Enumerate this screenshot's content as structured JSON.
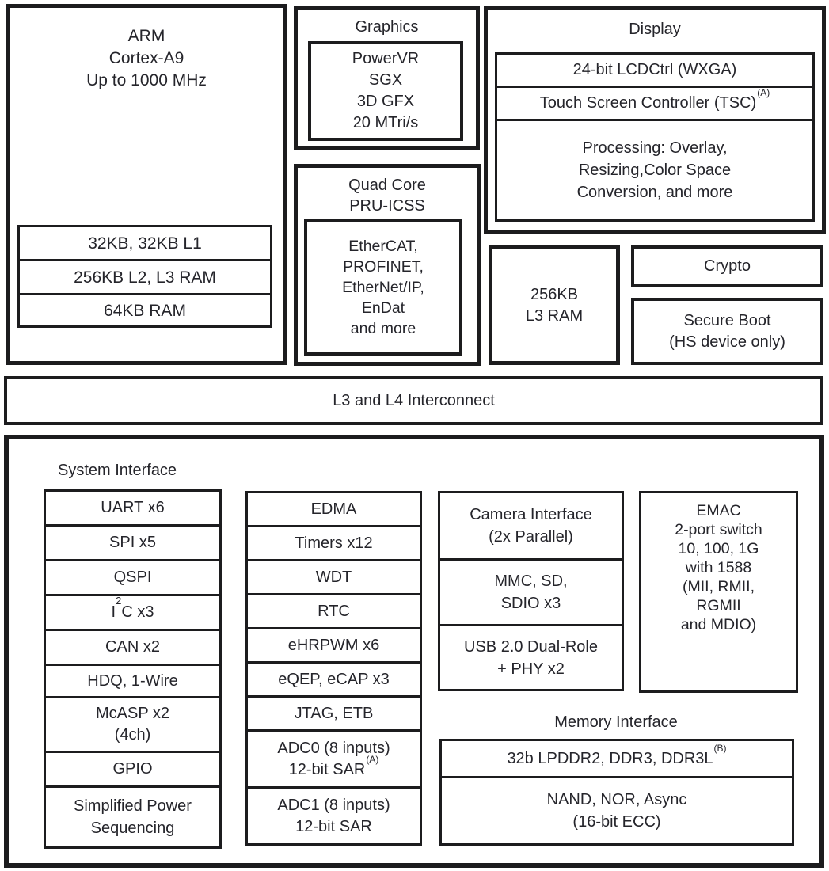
{
  "arm": {
    "title_lines": [
      "ARM",
      "Cortex-A9",
      "Up to 1000 MHz"
    ],
    "mem_rows": [
      "32KB, 32KB L1",
      "256KB L2, L3 RAM",
      "64KB RAM"
    ]
  },
  "graphics": {
    "title": "Graphics",
    "lines": [
      "PowerVR",
      "SGX",
      "3D GFX",
      "20 MTri/s"
    ]
  },
  "pru": {
    "title_lines": [
      "Quad Core",
      "PRU-ICSS"
    ],
    "lines": [
      "EtherCAT,",
      "PROFINET,",
      "EtherNet/IP,",
      "EnDat",
      "and more"
    ]
  },
  "display": {
    "title": "Display",
    "lcd": "24-bit LCDCtrl (WXGA)",
    "tsc": "Touch Screen Controller (TSC)",
    "tsc_sup": "(A)",
    "processing_lines": [
      "Processing: Overlay,",
      "Resizing,Color Space",
      "Conversion, and more"
    ]
  },
  "l3ram_lines": [
    "256KB",
    "L3 RAM"
  ],
  "crypto": "Crypto",
  "secure_boot_lines": [
    "Secure Boot",
    "(HS device only)"
  ],
  "interconnect": "L3 and L4 Interconnect",
  "system_interface": {
    "title": "System Interface",
    "col1": {
      "uart": "UART x6",
      "spi": "SPI x5",
      "qspi": "QSPI",
      "i2c_pre": "I",
      "i2c_sup": "2",
      "i2c_post": "C x3",
      "can": "CAN x2",
      "hdq": "HDQ, 1-Wire",
      "mcasp_lines": [
        "McASP x2",
        "(4ch)"
      ],
      "gpio": "GPIO",
      "power_lines": [
        "Simplified Power",
        "Sequencing"
      ]
    },
    "col2": {
      "edma": "EDMA",
      "timers": "Timers x12",
      "wdt": "WDT",
      "rtc": "RTC",
      "ehrpwm": "eHRPWM x6",
      "eqep": "eQEP, eCAP x3",
      "jtag": "JTAG, ETB",
      "adc0_line1": "ADC0 (8 inputs)",
      "adc0_line2": "12-bit SAR",
      "adc0_sup": "(A)",
      "adc1_lines": [
        "ADC1 (8 inputs)",
        "12-bit SAR"
      ]
    },
    "col3": {
      "camera_lines": [
        "Camera Interface",
        "(2x Parallel)"
      ],
      "mmc_lines": [
        "MMC, SD,",
        "SDIO x3"
      ],
      "usb_lines": [
        "USB 2.0 Dual-Role",
        "+ PHY x2"
      ]
    },
    "emac_lines": [
      "EMAC",
      "2-port switch",
      "10, 100, 1G",
      "with 1588",
      "(MII, RMII,",
      "RGMII",
      "and MDIO)"
    ]
  },
  "memory_interface": {
    "title": "Memory Interface",
    "ddr": "32b LPDDR2, DDR3, DDR3L",
    "ddr_sup": "(B)",
    "nand_lines": [
      "NAND, NOR, Async",
      "(16-bit ECC)"
    ]
  }
}
